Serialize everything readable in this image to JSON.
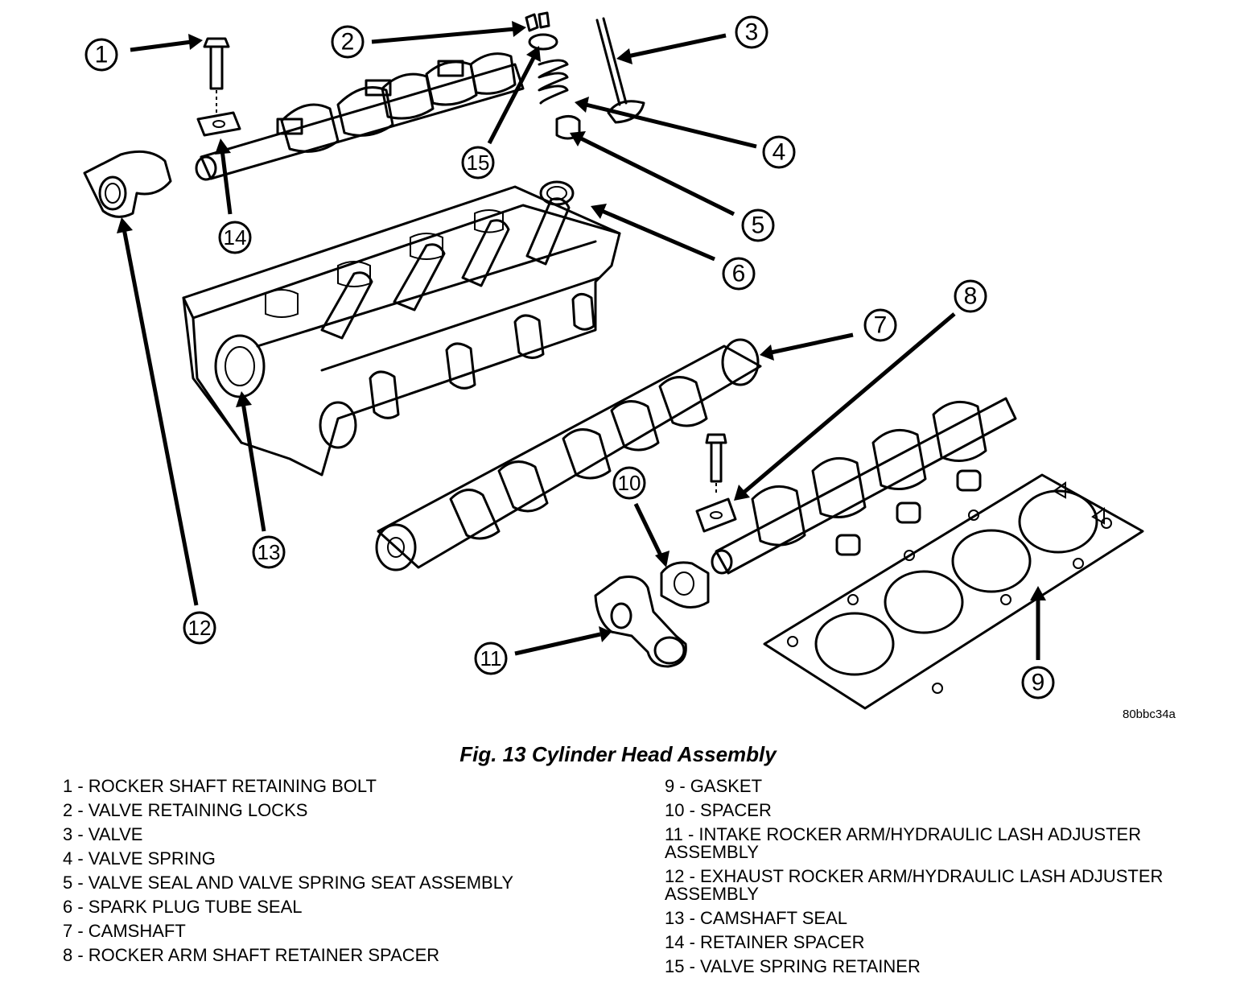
{
  "figure": {
    "title": "Fig. 13 Cylinder Head Assembly",
    "image_id": "80bbc34a"
  },
  "callouts": [
    {
      "number": "1",
      "label": "ROCKER SHAFT RETAINING BOLT"
    },
    {
      "number": "2",
      "label": "VALVE RETAINING LOCKS"
    },
    {
      "number": "3",
      "label": "VALVE"
    },
    {
      "number": "4",
      "label": "VALVE SPRING"
    },
    {
      "number": "5",
      "label": "VALVE SEAL AND VALVE SPRING SEAT ASSEMBLY"
    },
    {
      "number": "6",
      "label": "SPARK PLUG TUBE SEAL"
    },
    {
      "number": "7",
      "label": "CAMSHAFT"
    },
    {
      "number": "8",
      "label": "ROCKER ARM SHAFT RETAINER SPACER"
    },
    {
      "number": "9",
      "label": "GASKET"
    },
    {
      "number": "10",
      "label": "SPACER"
    },
    {
      "number": "11",
      "label": "INTAKE ROCKER ARM/HYDRAULIC LASH ADJUSTER ASSEMBLY"
    },
    {
      "number": "12",
      "label": "EXHAUST ROCKER ARM/HYDRAULIC LASH ADJUSTER ASSEMBLY"
    },
    {
      "number": "13",
      "label": "CAMSHAFT SEAL"
    },
    {
      "number": "14",
      "label": "RETAINER SPACER"
    },
    {
      "number": "15",
      "label": "VALVE SPRING RETAINER"
    }
  ],
  "legend_left": [
    "1 - ROCKER SHAFT RETAINING BOLT",
    "2 - VALVE RETAINING LOCKS",
    "3 - VALVE",
    "4 - VALVE SPRING",
    "5 - VALVE SEAL AND VALVE SPRING SEAT ASSEMBLY",
    "6 - SPARK PLUG TUBE SEAL",
    "7 - CAMSHAFT",
    "8 - ROCKER ARM SHAFT RETAINER SPACER"
  ],
  "legend_right": [
    "9 - GASKET",
    "10 - SPACER",
    "11 - INTAKE ROCKER ARM/HYDRAULIC LASH ADJUSTER ASSEMBLY",
    "12 - EXHAUST ROCKER ARM/HYDRAULIC LASH ADJUSTER ASSEMBLY",
    "13 - CAMSHAFT SEAL",
    "14 - RETAINER SPACER",
    "15 - VALVE SPRING RETAINER"
  ]
}
